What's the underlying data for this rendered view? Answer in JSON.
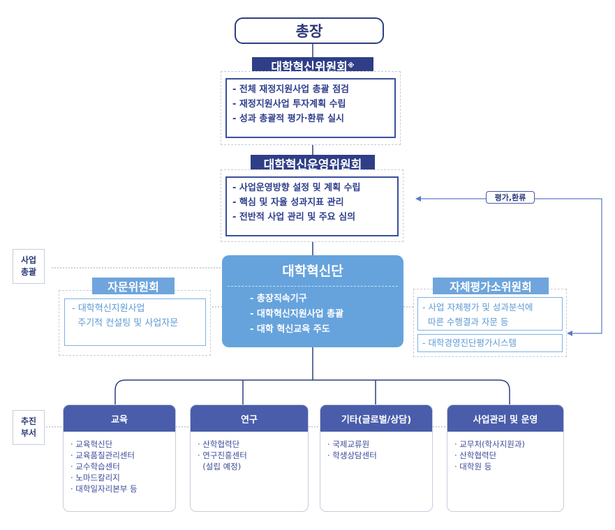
{
  "president": "총장",
  "innovation_committee": {
    "title": "대학혁신위원회",
    "mark": "※",
    "items": [
      "- 전체 재정지원사업 총괄 점검",
      "- 재정지원사업 투자계획 수립",
      "- 성과 총괄적 평가·환류 실시"
    ]
  },
  "operation_committee": {
    "title": "대학혁신운영위원회",
    "items": [
      "- 사업운영방향 설정 및 계획 수립",
      "- 핵심 및 자율 성과지표 관리",
      "- 전반적 사업 관리 및 주요 심의"
    ]
  },
  "feedback_label": "평가,환류",
  "side_labels": {
    "business_overall": [
      "사업",
      "총괄"
    ],
    "promotion_dept": [
      "추진",
      "부서"
    ]
  },
  "hub": {
    "title": "대학혁신단",
    "items": [
      "- 총장직속기구",
      "- 대학혁신지원사업 총괄",
      "- 대학 혁신교육 주도"
    ]
  },
  "advisory_committee": {
    "title": "자문위원회",
    "items": [
      "- 대학혁신지원사업",
      "  주기적 컨설팅 및 사업자문"
    ]
  },
  "self_eval_committee": {
    "title": "자체평가소위원회",
    "items": [
      "- 사업 자체평가 및 성과분석에",
      "  따른 수행결과 자문 등"
    ],
    "system": "- 대학경영진단평가시스템"
  },
  "departments": [
    {
      "title": "교육",
      "items": [
        "· 교육혁신단",
        "· 교육품질관리센터",
        "· 교수학습센터",
        "· 노마드칼리지",
        "· 대학일자리본부 등"
      ]
    },
    {
      "title": "연구",
      "items": [
        "· 산학협력단",
        "· 연구진흥센터",
        "  (설립 예정)"
      ]
    },
    {
      "title": "기타(글로벌/상담)",
      "items": [
        "· 국제교류원",
        "· 학생상담센터"
      ]
    },
    {
      "title": "사업관리 및 운영",
      "items": [
        "· 교무처(학사지원과)",
        "· 산학협력단",
        "· 대학원 등"
      ]
    }
  ],
  "colors": {
    "navy": "#2f3e87",
    "light_blue": "#6fa5dc",
    "dept_head": "#4a5dab",
    "text": "#3b4a99"
  }
}
